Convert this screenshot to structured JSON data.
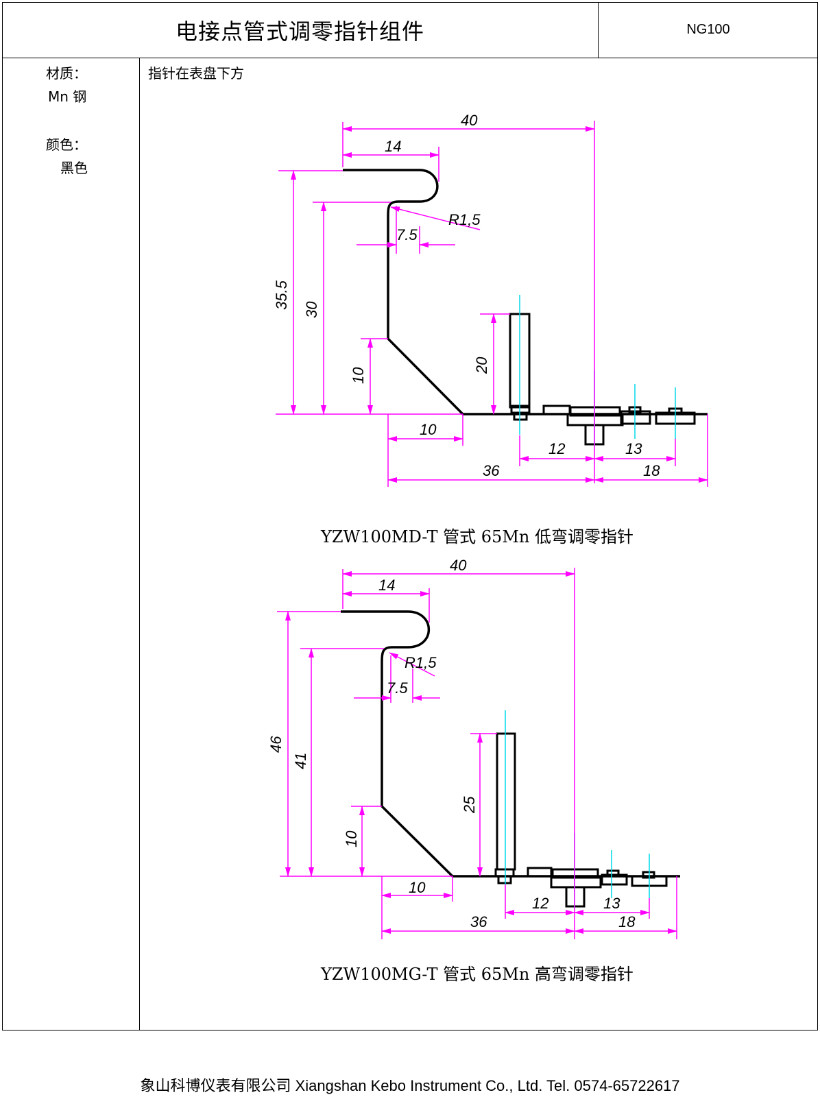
{
  "header": {
    "title": "电接点管式调零指针组件",
    "code": "NG100"
  },
  "specs": {
    "material_label": "材质：",
    "material_value": "Mn 钢",
    "color_label": "颜色：",
    "color_value": "黑色"
  },
  "note": "指针在表盘下方",
  "drawing_top": {
    "caption": "YZW100MD-T 管式 65Mn 低弯调零指针",
    "dims": {
      "overall_width": "40",
      "top_length": "14",
      "radius": "R1,5",
      "offset": "7.5",
      "total_height": "35.5",
      "stem_height": "30",
      "bevel_height": "10",
      "pin_height": "20",
      "bevel_width": "10",
      "left_span": "36",
      "pitch_a": "12",
      "pitch_b": "13",
      "right_span": "18"
    }
  },
  "drawing_bottom": {
    "caption": "YZW100MG-T 管式 65Mn 高弯调零指针",
    "dims": {
      "overall_width": "40",
      "top_length": "14",
      "radius": "R1,5",
      "offset": "7.5",
      "total_height": "46",
      "stem_height": "41",
      "bevel_height": "10",
      "pin_height": "25",
      "bevel_width": "10",
      "left_span": "36",
      "pitch_a": "12",
      "pitch_b": "13",
      "right_span": "18"
    }
  },
  "footer": "象山科博仪表有限公司  Xiangshan Kebo Instrument Co., Ltd.    Tel. 0574-65722617",
  "colors": {
    "dimension": "#ff00ff",
    "centerline": "#00d8e8",
    "outline": "#000000"
  }
}
